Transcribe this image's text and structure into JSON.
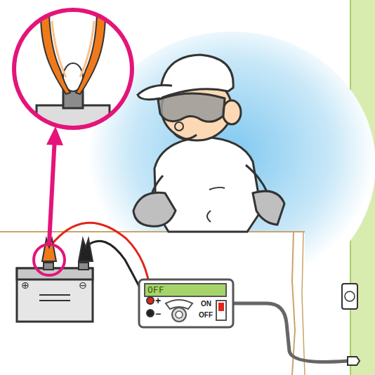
{
  "diagram": {
    "labels": [
      "OFF",
      "+",
      "−",
      "ON",
      "OFF",
      "⊕",
      "⊖"
    ]
  }
}
